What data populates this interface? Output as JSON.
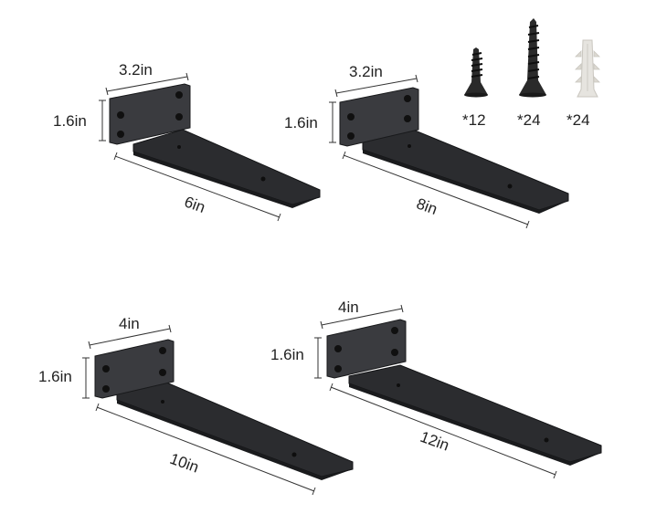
{
  "colors": {
    "background": "#ffffff",
    "bracket": "#2b2c2f",
    "bracket_edge": "#141517",
    "plate": "#3a3b3f",
    "screw": "#2a2a2a",
    "anchor": "#e6e4df",
    "dimension_line": "#333333",
    "text": "#222222"
  },
  "brackets": [
    {
      "name": "bracket-6in",
      "plate_width": "3.2in",
      "plate_height": "1.6in",
      "length": "6in"
    },
    {
      "name": "bracket-8in",
      "plate_width": "3.2in",
      "plate_height": "1.6in",
      "length": "8in"
    },
    {
      "name": "bracket-10in",
      "plate_width": "4in",
      "plate_height": "1.6in",
      "length": "10in"
    },
    {
      "name": "bracket-12in",
      "plate_width": "4in",
      "plate_height": "1.6in",
      "length": "12in"
    }
  ],
  "hardware": [
    {
      "icon": "short-screw-icon",
      "quantity": "*12"
    },
    {
      "icon": "long-screw-icon",
      "quantity": "*24"
    },
    {
      "icon": "wall-anchor-icon",
      "quantity": "*24"
    }
  ]
}
